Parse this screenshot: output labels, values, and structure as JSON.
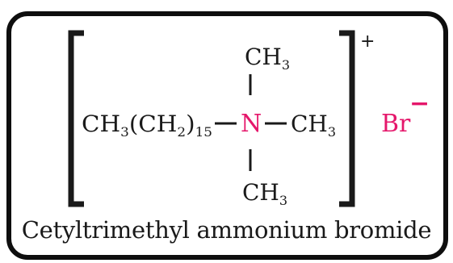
{
  "molecule": {
    "chain_group": "CH",
    "chain_sub_3": "3",
    "chain_open": "(CH",
    "chain_sub_2": "2",
    "chain_close": ")",
    "chain_sub_15": "15",
    "nitrogen": "N",
    "methyl_text": "CH",
    "methyl_sub": "3",
    "charge": "+",
    "counter_ion": "Br",
    "counter_charge": "−"
  },
  "caption": "Cetyltrimethyl ammonium bromide",
  "colors": {
    "accent": "#e5176b",
    "ink": "#1a1a1a",
    "border": "#0e0e0e"
  }
}
